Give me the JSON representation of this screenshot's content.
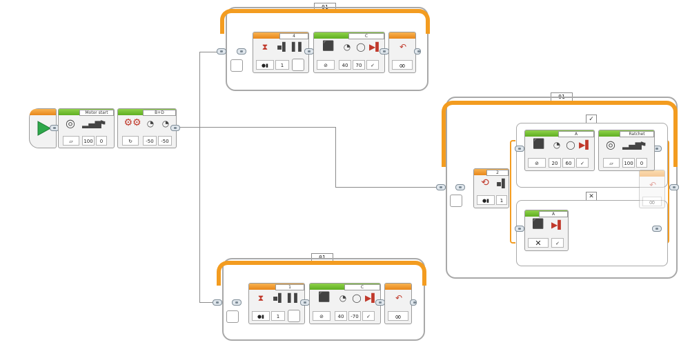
{
  "program": {
    "start_block": {
      "icon": "play-icon"
    },
    "motor_start": {
      "header": "Motor start",
      "values": [
        "100",
        "0"
      ]
    },
    "steering_bd": {
      "header": "B+D",
      "values": [
        "-50",
        "-50"
      ]
    },
    "loop_top": {
      "tag": "01",
      "wait_block": {
        "header": "4",
        "values": [
          "1"
        ]
      },
      "motor_c": {
        "header": "C",
        "values": [
          "40",
          "70"
        ]
      },
      "loop_end": {
        "symbol": "∞"
      }
    },
    "loop_bottom": {
      "tag": "01",
      "wait_block": {
        "header": "1",
        "values": [
          "1"
        ]
      },
      "motor_c": {
        "header": "C",
        "values": [
          "40",
          "-70"
        ]
      },
      "loop_end": {
        "symbol": "∞"
      }
    },
    "loop_right": {
      "tag": "01",
      "switch_block": {
        "header": "2",
        "values": [
          "1"
        ]
      },
      "case_true": {
        "label": "✓",
        "motor_a": {
          "header": "A",
          "values": [
            "20",
            "60"
          ]
        },
        "sound": {
          "header": "Ratchet",
          "values": [
            "100",
            "0"
          ]
        }
      },
      "case_false": {
        "label": "✕",
        "motor_a": {
          "header": "A"
        }
      },
      "loop_end": {
        "symbol": "∞"
      }
    }
  },
  "colors": {
    "flow": "#f39c20",
    "motor": "#6cbf2a",
    "wire": "#8a8a8a"
  }
}
